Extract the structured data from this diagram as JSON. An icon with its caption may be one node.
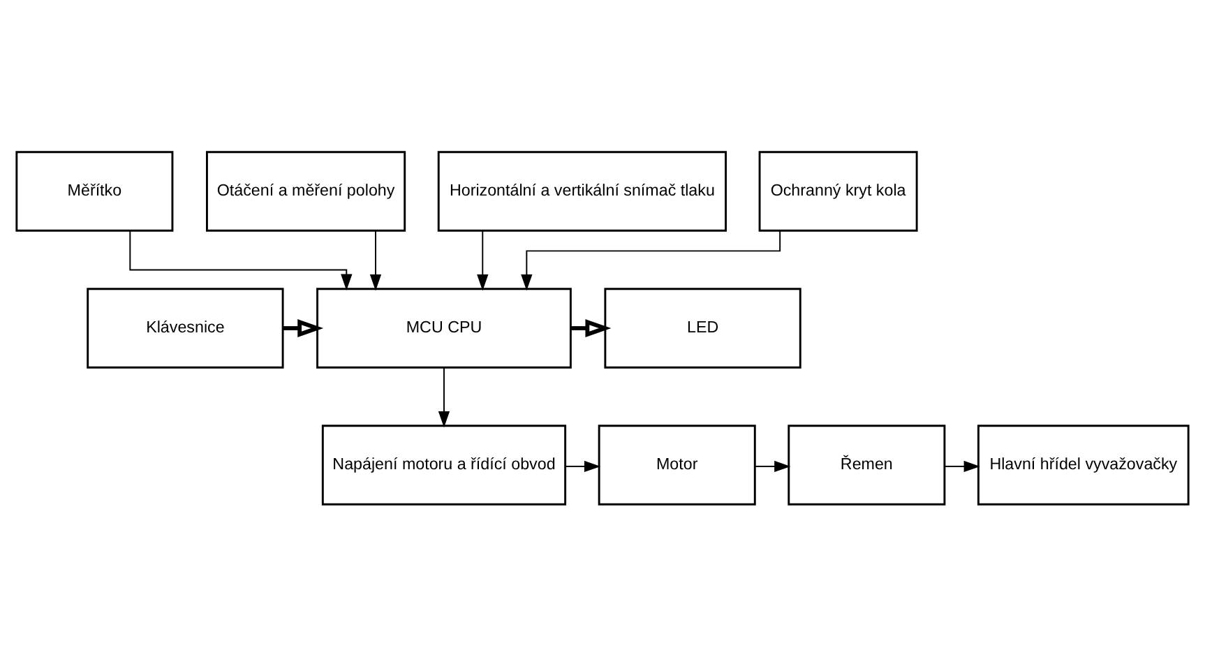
{
  "diagram": {
    "nodes": [
      {
        "text": [
          "Měřítko"
        ]
      },
      {
        "text": [
          "Otáčení a měření polohy"
        ]
      },
      {
        "text": [
          "Horizontální a vertikální snímač tlaku"
        ]
      },
      {
        "text": [
          "Ochranný kryt kola"
        ]
      },
      {
        "text": [
          "Klávesnice"
        ]
      },
      {
        "text": [
          "MCU CPU"
        ]
      },
      {
        "text": [
          "LED"
        ]
      },
      {
        "text": [
          "Napájení motoru a řídící obvod"
        ]
      },
      {
        "text": [
          "Motor"
        ]
      },
      {
        "text": [
          "Řemen"
        ]
      },
      {
        "text": [
          "Hlavní hřídel vyvažovačky"
        ]
      }
    ],
    "edges": [
      {
        "from": 0,
        "to": 5,
        "arrow": "to"
      },
      {
        "from": 1,
        "to": 5,
        "arrow": "to"
      },
      {
        "from": 2,
        "to": 5,
        "arrow": "to"
      },
      {
        "from": 3,
        "to": 5,
        "arrow": "to"
      },
      {
        "from": 4,
        "to": 5,
        "arrow": "to",
        "style": "thick"
      },
      {
        "from": 5,
        "to": 6,
        "arrow": "to",
        "style": "thick"
      },
      {
        "from": 5,
        "to": 7,
        "arrow": "to"
      },
      {
        "from": 7,
        "to": 8,
        "arrow": "to"
      },
      {
        "from": 8,
        "to": 9,
        "arrow": "to"
      },
      {
        "from": 9,
        "to": 10,
        "arrow": "to"
      }
    ]
  }
}
